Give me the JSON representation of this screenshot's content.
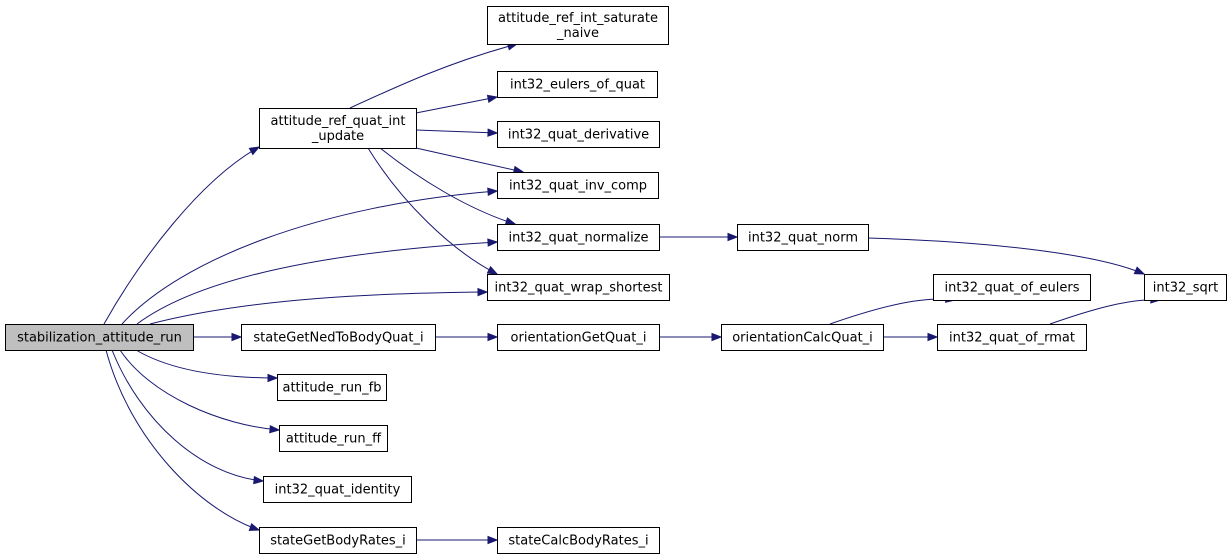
{
  "diagram": {
    "type": "call-graph",
    "edge_color": "#191970",
    "root_fill": "#bfbfbf",
    "nodes": [
      {
        "id": "root",
        "lines": [
          "stabilization_attitude_run"
        ],
        "root": true
      },
      {
        "id": "quat_int_update",
        "lines": [
          "attitude_ref_quat_int",
          "_update"
        ]
      },
      {
        "id": "saturate_naive",
        "lines": [
          "attitude_ref_int_saturate",
          "_naive"
        ]
      },
      {
        "id": "eulers_of_quat",
        "lines": [
          "int32_eulers_of_quat"
        ]
      },
      {
        "id": "quat_derivative",
        "lines": [
          "int32_quat_derivative"
        ]
      },
      {
        "id": "quat_inv_comp",
        "lines": [
          "int32_quat_inv_comp"
        ]
      },
      {
        "id": "quat_normalize",
        "lines": [
          "int32_quat_normalize"
        ]
      },
      {
        "id": "quat_wrap_shortest",
        "lines": [
          "int32_quat_wrap_shortest"
        ]
      },
      {
        "id": "quat_norm",
        "lines": [
          "int32_quat_norm"
        ]
      },
      {
        "id": "sqrt",
        "lines": [
          "int32_sqrt"
        ]
      },
      {
        "id": "quat_of_eulers",
        "lines": [
          "int32_quat_of_eulers"
        ]
      },
      {
        "id": "quat_of_rmat",
        "lines": [
          "int32_quat_of_rmat"
        ]
      },
      {
        "id": "ned_to_body",
        "lines": [
          "stateGetNedToBodyQuat_i"
        ]
      },
      {
        "id": "orient_get_quat",
        "lines": [
          "orientationGetQuat_i"
        ]
      },
      {
        "id": "orient_calc_quat",
        "lines": [
          "orientationCalcQuat_i"
        ]
      },
      {
        "id": "run_fb",
        "lines": [
          "attitude_run_fb"
        ]
      },
      {
        "id": "run_ff",
        "lines": [
          "attitude_run_ff"
        ]
      },
      {
        "id": "quat_identity",
        "lines": [
          "int32_quat_identity"
        ]
      },
      {
        "id": "body_rates",
        "lines": [
          "stateGetBodyRates_i"
        ]
      },
      {
        "id": "calc_body_rates",
        "lines": [
          "stateCalcBodyRates_i"
        ]
      }
    ],
    "edges": [
      {
        "from": "root",
        "to": "quat_int_update"
      },
      {
        "from": "root",
        "to": "quat_inv_comp"
      },
      {
        "from": "root",
        "to": "quat_normalize"
      },
      {
        "from": "root",
        "to": "quat_wrap_shortest"
      },
      {
        "from": "root",
        "to": "ned_to_body"
      },
      {
        "from": "root",
        "to": "run_fb"
      },
      {
        "from": "root",
        "to": "run_ff"
      },
      {
        "from": "root",
        "to": "quat_identity"
      },
      {
        "from": "root",
        "to": "body_rates"
      },
      {
        "from": "quat_int_update",
        "to": "saturate_naive"
      },
      {
        "from": "quat_int_update",
        "to": "eulers_of_quat"
      },
      {
        "from": "quat_int_update",
        "to": "quat_derivative"
      },
      {
        "from": "quat_int_update",
        "to": "quat_inv_comp"
      },
      {
        "from": "quat_int_update",
        "to": "quat_normalize"
      },
      {
        "from": "quat_int_update",
        "to": "quat_wrap_shortest"
      },
      {
        "from": "quat_normalize",
        "to": "quat_norm"
      },
      {
        "from": "quat_norm",
        "to": "sqrt"
      },
      {
        "from": "ned_to_body",
        "to": "orient_get_quat"
      },
      {
        "from": "orient_get_quat",
        "to": "orient_calc_quat"
      },
      {
        "from": "orient_calc_quat",
        "to": "quat_of_eulers"
      },
      {
        "from": "orient_calc_quat",
        "to": "quat_of_rmat"
      },
      {
        "from": "quat_of_rmat",
        "to": "sqrt"
      },
      {
        "from": "body_rates",
        "to": "calc_body_rates"
      }
    ]
  }
}
